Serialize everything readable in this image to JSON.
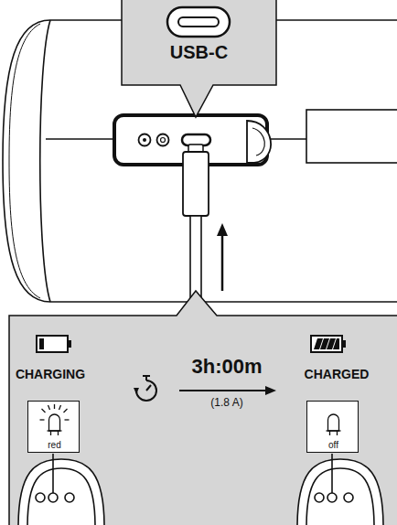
{
  "diagram": {
    "nodes": [
      {
        "text": [
          "USB-C"
        ]
      },
      {
        "text": [
          "CHARGING",
          "3h:00m",
          "(1.8 A)",
          "CHARGED"
        ]
      },
      {
        "text": [
          "red"
        ],
        "in": 1
      },
      {
        "text": [
          "off"
        ],
        "in": 1
      }
    ]
  }
}
